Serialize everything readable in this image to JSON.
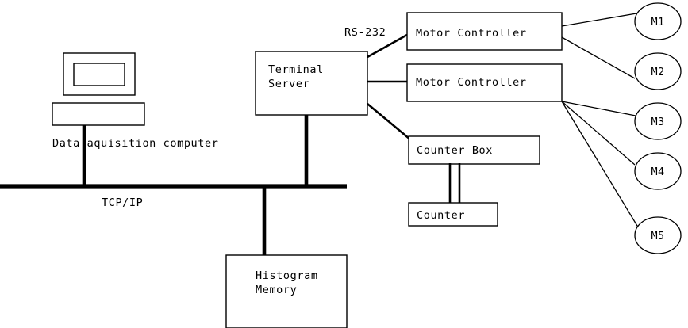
{
  "diagram": {
    "title": "Data acquisition system block diagram",
    "background_color": "#ffffff",
    "stroke_color": "#000000",
    "nodes": {
      "monitor_screen": {
        "label": ""
      },
      "computer_base": {
        "label": ""
      },
      "computer_caption": {
        "label": "Data aquisition computer"
      },
      "terminal_server": {
        "label_line1": "Terminal",
        "label_line2": "Server"
      },
      "motor_controller_1": {
        "label": "Motor Controller"
      },
      "motor_controller_2": {
        "label": "Motor Controller"
      },
      "counter_box": {
        "label": "Counter Box"
      },
      "counter": {
        "label": "Counter"
      },
      "histogram_memory": {
        "label_line1": "Histogram",
        "label_line2": "Memory"
      }
    },
    "motors": [
      {
        "label": "M1"
      },
      {
        "label": "M2"
      },
      {
        "label": "M3"
      },
      {
        "label": "M4"
      },
      {
        "label": "M5"
      }
    ],
    "link_labels": {
      "rs232": "RS-232",
      "tcpip": "TCP/IP"
    }
  }
}
